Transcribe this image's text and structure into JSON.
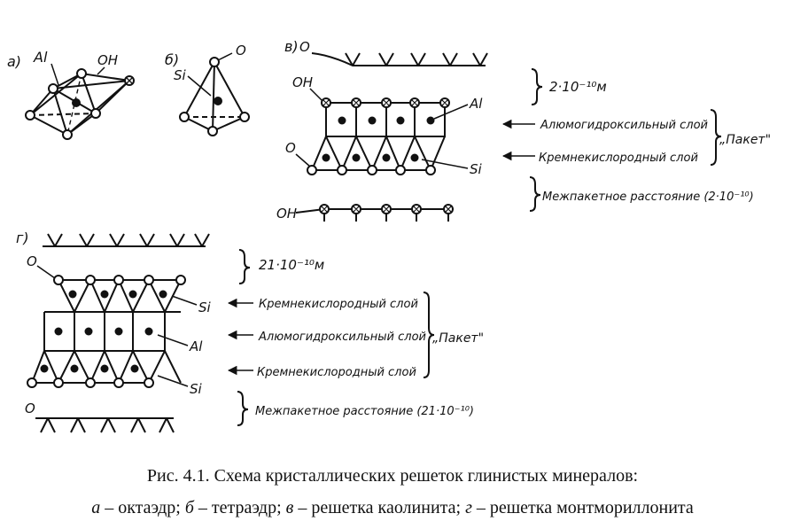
{
  "labels": {
    "a": "а)",
    "b": "б)",
    "v": "в)",
    "g": "г)",
    "al": "Al",
    "oh": "OH",
    "si": "Si",
    "o": "O"
  },
  "kaolinite": {
    "spacing": "2·10⁻¹⁰м",
    "layer_top": "Алюмогидроксильный слой",
    "layer_bottom": "Кремнекислородный слой",
    "packet": "„Пакет\"",
    "interlayer": "Межпакетное расстояние (2·10⁻¹⁰)"
  },
  "montmorillonite": {
    "spacing": "21·10⁻¹⁰м",
    "layer_top": "Кремнекислородный слой",
    "layer_middle": "Алюмогидроксильный слой",
    "layer_bottom": "Кремнекислородный слой",
    "packet": "„Пакет\"",
    "interlayer": "Межпакетное расстояние (21·10⁻¹⁰)"
  },
  "caption": {
    "line1": "Рис. 4.1. Схема кристаллических решеток глинистых минералов:",
    "a_letter": "а",
    "a_text": " – октаэдр; ",
    "b_letter": "б",
    "b_text": " – тетраэдр; ",
    "v_letter": "в",
    "v_text": " – решетка каолинита; ",
    "g_letter": "г",
    "g_text": " – решетка монтмориллонита"
  }
}
